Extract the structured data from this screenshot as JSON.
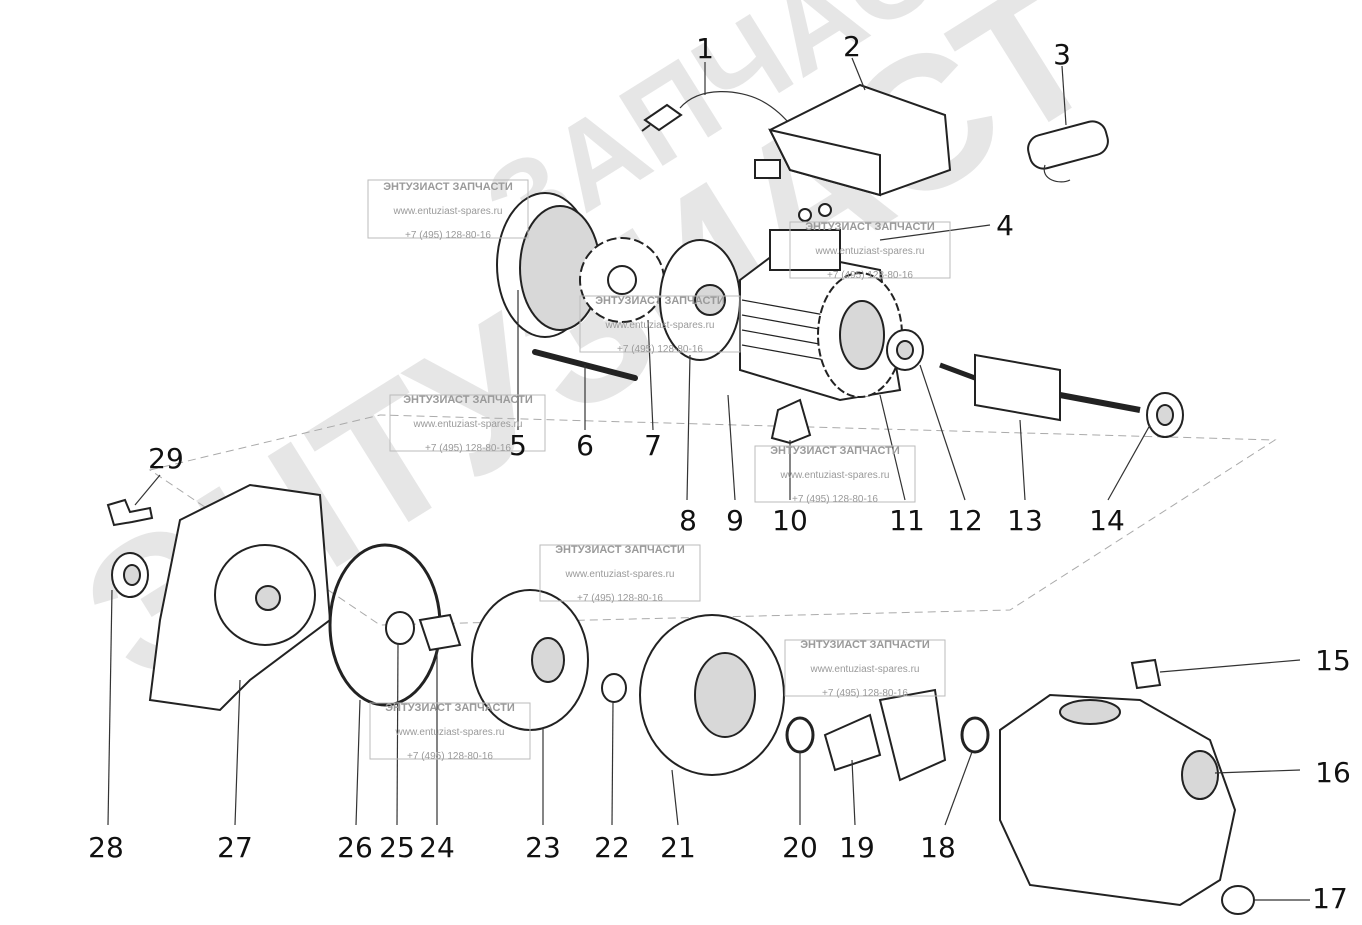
{
  "diagram": {
    "part_numbers": [
      "1",
      "2",
      "3",
      "4",
      "5",
      "6",
      "7",
      "8",
      "9",
      "10",
      "11",
      "12",
      "13",
      "14",
      "15",
      "16",
      "17",
      "18",
      "19",
      "20",
      "21",
      "22",
      "23",
      "24",
      "25",
      "26",
      "27",
      "28",
      "29"
    ],
    "watermark_brand": "ЭНТУЗИАСТ ЗАПЧАСТИ",
    "watermark_big": "ЭНТУЗИАСТ",
    "watermark_big2": "ЗАПЧАСТИ",
    "stamps": [
      {
        "title": "ЭНТУЗИАСТ ЗАПЧАСТИ",
        "site": "www.entuziast-spares.ru",
        "phone": "+7 (495) 128-80-16"
      },
      {
        "title": "ЭНТУЗИАСТ ЗАПЧАСТИ",
        "site": "www.entuziast-spares.ru",
        "phone": "+7 (495) 128-80-16"
      },
      {
        "title": "ЭНТУЗИАСТ ЗАПЧАСТИ",
        "site": "www.entuziast-spares.ru",
        "phone": "+7 (495) 128-80-16"
      },
      {
        "title": "ЭНТУЗИАСТ ЗАПЧАСТИ",
        "site": "www.entuziast-spares.ru",
        "phone": "+7 (495) 128-80-16"
      },
      {
        "title": "ЭНТУЗИАСТ ЗАПЧАСТИ",
        "site": "www.entuziast-spares.ru",
        "phone": "+7 (495) 128-80-16"
      },
      {
        "title": "ЭНТУЗИАСТ ЗАПЧАСТИ",
        "site": "www.entuziast-spares.ru",
        "phone": "+7 (495) 128-80-16"
      },
      {
        "title": "ЭНТУЗИАСТ ЗАПЧАСТИ",
        "site": "www.entuziast-spares.ru",
        "phone": "+7 (495) 128-80-16"
      },
      {
        "title": "ЭНТУЗИАСТ ЗАПЧАСТИ",
        "site": "www.entuziast-spares.ru",
        "phone": "+7 (495) 128-80-16"
      }
    ]
  }
}
